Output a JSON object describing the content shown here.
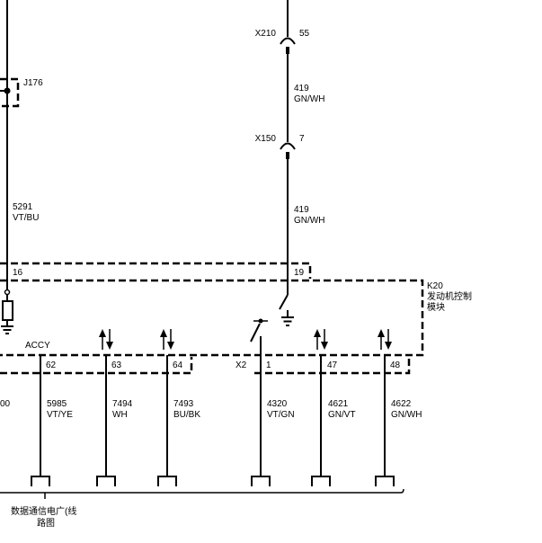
{
  "colors": {
    "line": "#000000",
    "background": "#ffffff"
  },
  "splice": {
    "id": "J176"
  },
  "left_wire": {
    "circuit": "5291",
    "color": "VT/BU",
    "pin": "16"
  },
  "right_wire": {
    "connector_upper": {
      "id": "X210",
      "pin": "55"
    },
    "segment_upper": {
      "circuit": "419",
      "color": "GN/WH"
    },
    "connector_lower": {
      "id": "X150",
      "pin": "7"
    },
    "segment_lower": {
      "circuit": "419",
      "color": "GN/WH"
    },
    "pin": "19"
  },
  "module": {
    "id": "K20",
    "name_line1": "发动机控制",
    "name_line2": "模块",
    "accy_label": "ACCY",
    "connector_x2": "X2"
  },
  "partial_circuit": "00",
  "bottom_pins": [
    {
      "pin": "62",
      "circuit": "5985",
      "color": "VT/YE"
    },
    {
      "pin": "63",
      "circuit": "7494",
      "color": "WH"
    },
    {
      "pin": "64",
      "circuit": "7493",
      "color": "BU/BK"
    },
    {
      "pin": "1",
      "circuit": "4320",
      "color": "VT/GN"
    },
    {
      "pin": "47",
      "circuit": "4621",
      "color": "GN/VT"
    },
    {
      "pin": "48",
      "circuit": "4622",
      "color": "GN/WH"
    }
  ],
  "bus": {
    "label_line1": "数据通信电广(线",
    "label_line2": "路图"
  }
}
